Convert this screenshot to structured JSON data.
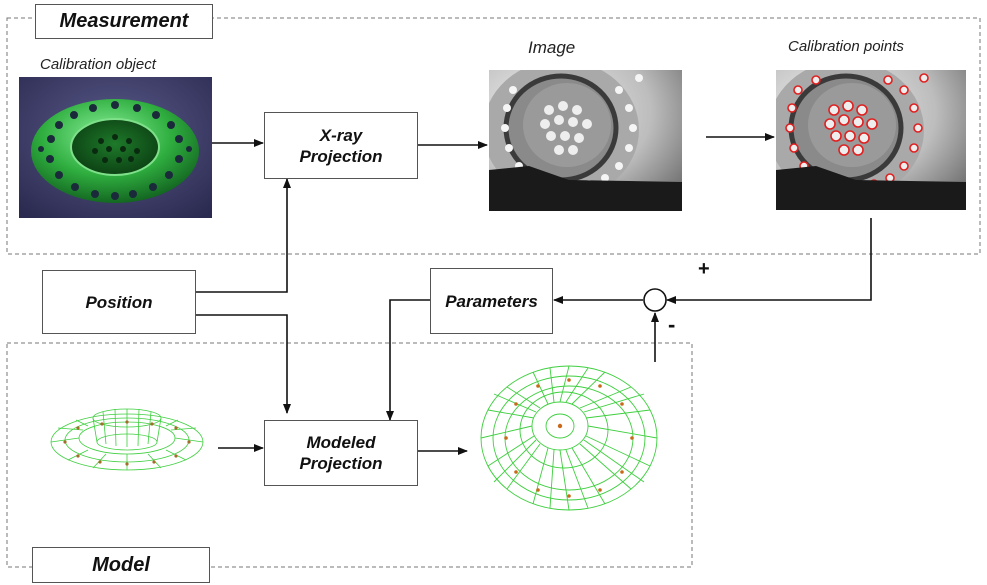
{
  "sections": {
    "measurement": "Measurement",
    "model": "Model"
  },
  "labels": {
    "calibration_object": "Calibration object",
    "image": "Image",
    "calibration_points": "Calibration points"
  },
  "boxes": {
    "xray_line1": "X-ray",
    "xray_line2": "Projection",
    "position": "Position",
    "parameters": "Parameters",
    "modeled_line1": "Modeled",
    "modeled_line2": "Projection"
  },
  "signs": {
    "plus": "+",
    "minus": "-"
  },
  "colors": {
    "mesh_green": "#3ecf3e",
    "calib_red": "#e02020",
    "object_green": "#2fae3f",
    "photo_background": "#3a3a6a"
  }
}
